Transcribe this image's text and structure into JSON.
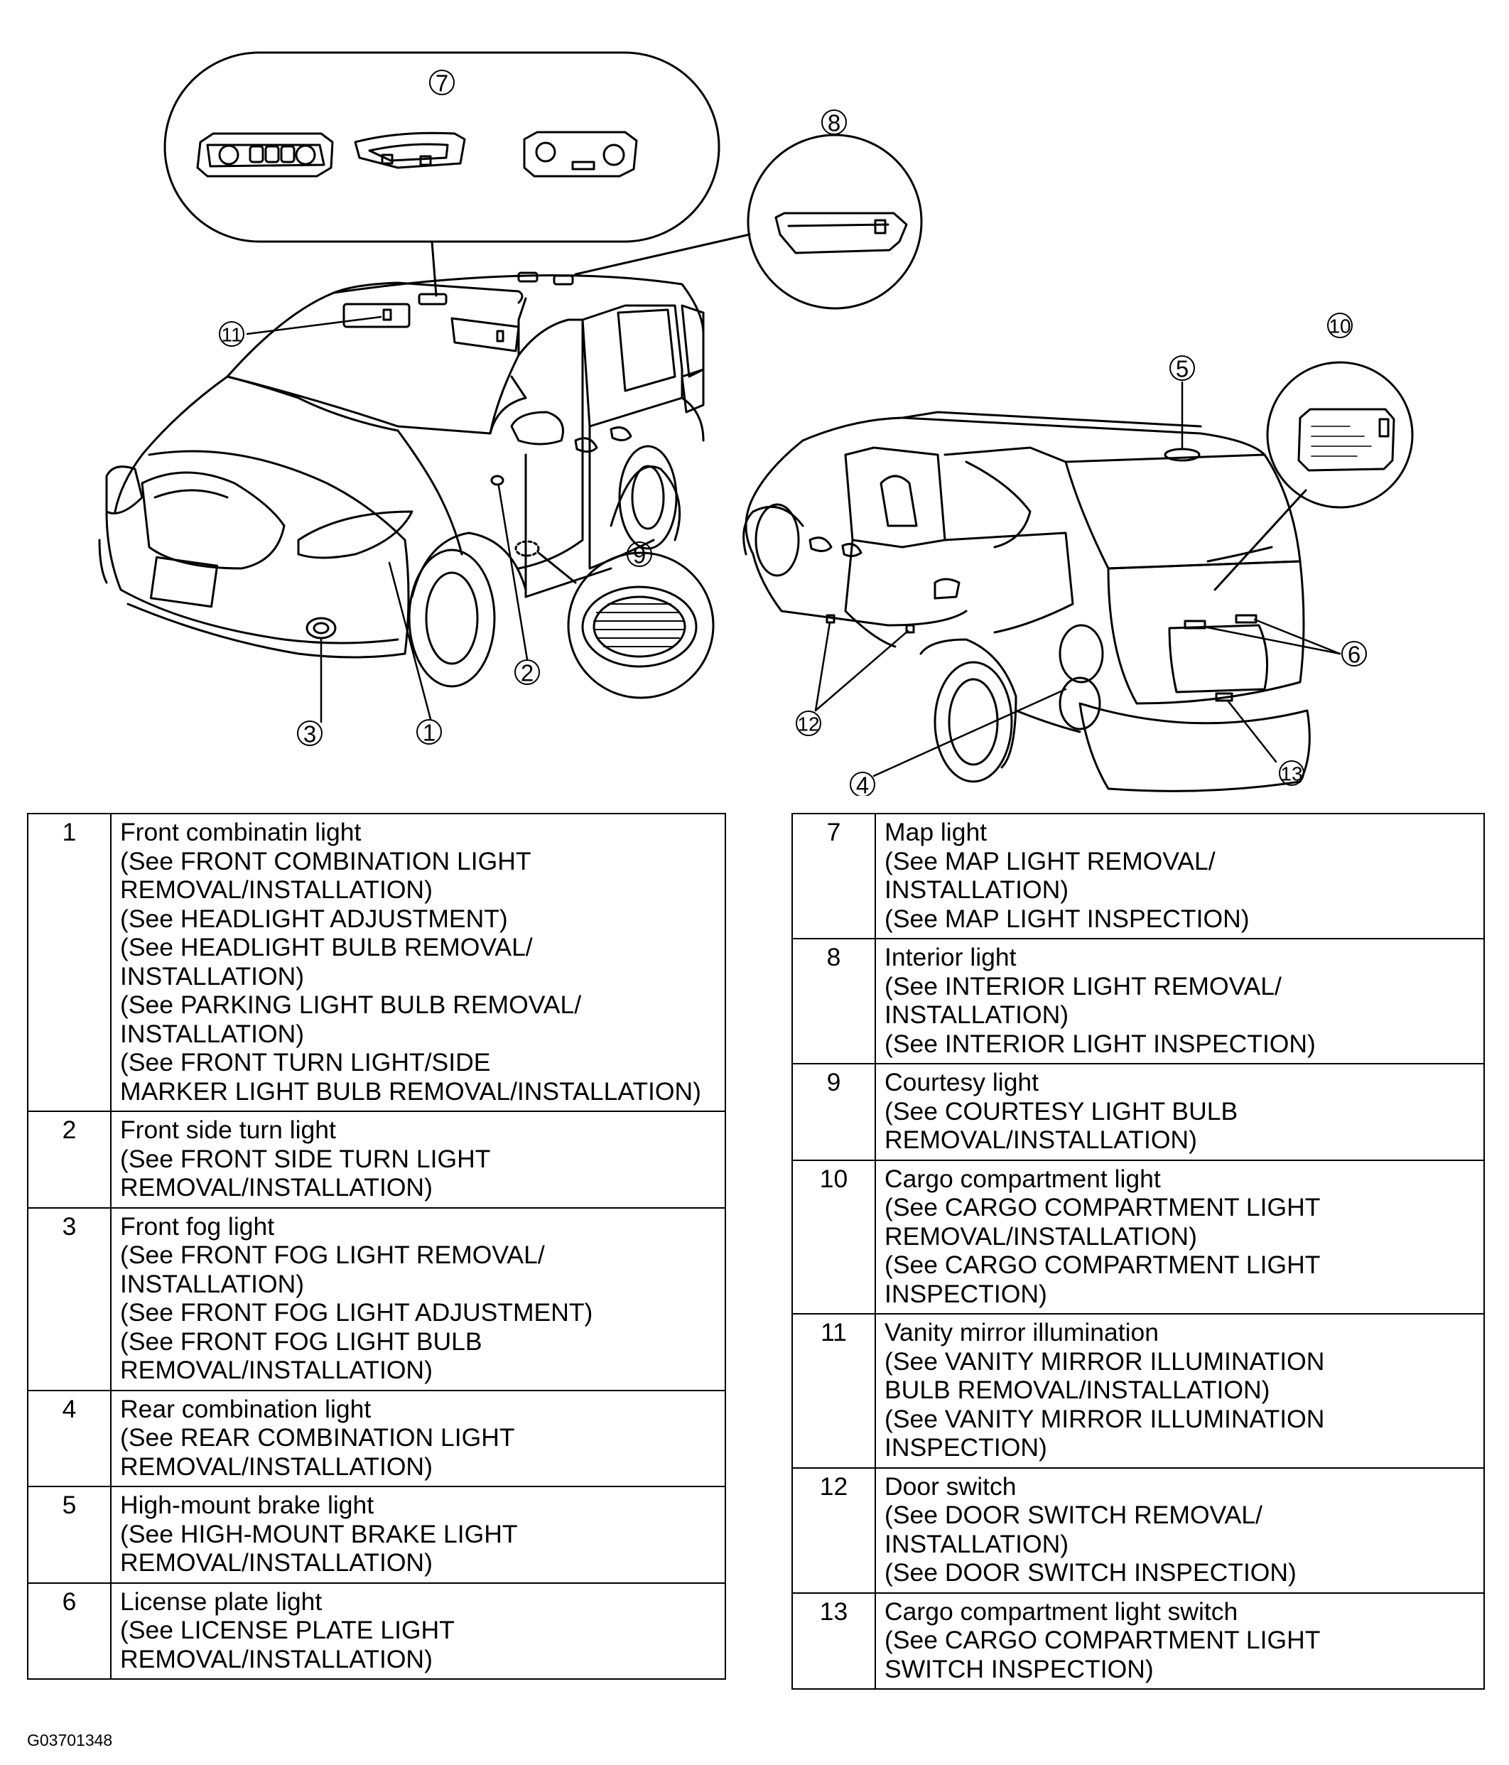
{
  "callouts": {
    "c1": "1",
    "c2": "2",
    "c3": "3",
    "c4": "4",
    "c5": "5",
    "c6": "6",
    "c7": "7",
    "c8": "8",
    "c9": "9",
    "c10": "10",
    "c11": "11",
    "c12": "12",
    "c13": "13"
  },
  "legend_left": [
    {
      "num": "1",
      "lines": [
        "Front combinatin light",
        "(See FRONT COMBINATION LIGHT",
        "REMOVAL/INSTALLATION)",
        "(See HEADLIGHT ADJUSTMENT)",
        "(See HEADLIGHT BULB REMOVAL/",
        "INSTALLATION)",
        "(See PARKING LIGHT BULB REMOVAL/",
        "INSTALLATION)",
        "(See FRONT TURN LIGHT/SIDE",
        "MARKER LIGHT BULB REMOVAL/INSTALLATION)"
      ]
    },
    {
      "num": "2",
      "lines": [
        "Front side turn light",
        "(See FRONT SIDE TURN LIGHT",
        "REMOVAL/INSTALLATION)"
      ]
    },
    {
      "num": "3",
      "lines": [
        "Front fog light",
        "(See FRONT FOG LIGHT REMOVAL/",
        "INSTALLATION)",
        "(See FRONT FOG LIGHT ADJUSTMENT)",
        "(See FRONT FOG LIGHT BULB",
        "REMOVAL/INSTALLATION)"
      ]
    },
    {
      "num": "4",
      "lines": [
        "Rear combination light",
        "(See REAR COMBINATION LIGHT",
        "REMOVAL/INSTALLATION)"
      ]
    },
    {
      "num": "5",
      "lines": [
        "High-mount brake light",
        "(See HIGH-MOUNT BRAKE LIGHT",
        "REMOVAL/INSTALLATION)"
      ]
    },
    {
      "num": "6",
      "lines": [
        "License plate light",
        "(See LICENSE PLATE LIGHT",
        "REMOVAL/INSTALLATION)"
      ]
    }
  ],
  "legend_right": [
    {
      "num": "7",
      "lines": [
        "Map light",
        "(See MAP LIGHT REMOVAL/",
        "INSTALLATION)",
        "(See MAP LIGHT INSPECTION)"
      ]
    },
    {
      "num": "8",
      "lines": [
        "Interior light",
        "(See INTERIOR LIGHT REMOVAL/",
        "INSTALLATION)",
        "(See INTERIOR LIGHT INSPECTION)"
      ]
    },
    {
      "num": "9",
      "lines": [
        "Courtesy light",
        "(See COURTESY LIGHT BULB",
        "REMOVAL/INSTALLATION)"
      ]
    },
    {
      "num": "10",
      "lines": [
        "Cargo compartment light",
        "(See CARGO COMPARTMENT LIGHT",
        "REMOVAL/INSTALLATION)",
        "(See CARGO COMPARTMENT LIGHT",
        "INSPECTION)"
      ]
    },
    {
      "num": "11",
      "lines": [
        "Vanity mirror illumination",
        "(See VANITY MIRROR ILLUMINATION",
        "BULB REMOVAL/INSTALLATION)",
        "(See VANITY MIRROR ILLUMINATION",
        "INSPECTION)"
      ]
    },
    {
      "num": "12",
      "lines": [
        "Door switch",
        "(See DOOR SWITCH REMOVAL/",
        "INSTALLATION)",
        "(See DOOR SWITCH INSPECTION)"
      ]
    },
    {
      "num": "13",
      "lines": [
        "Cargo compartment light switch",
        "(See CARGO COMPARTMENT LIGHT",
        "SWITCH INSPECTION)"
      ]
    }
  ],
  "figure_code": "G03701348"
}
